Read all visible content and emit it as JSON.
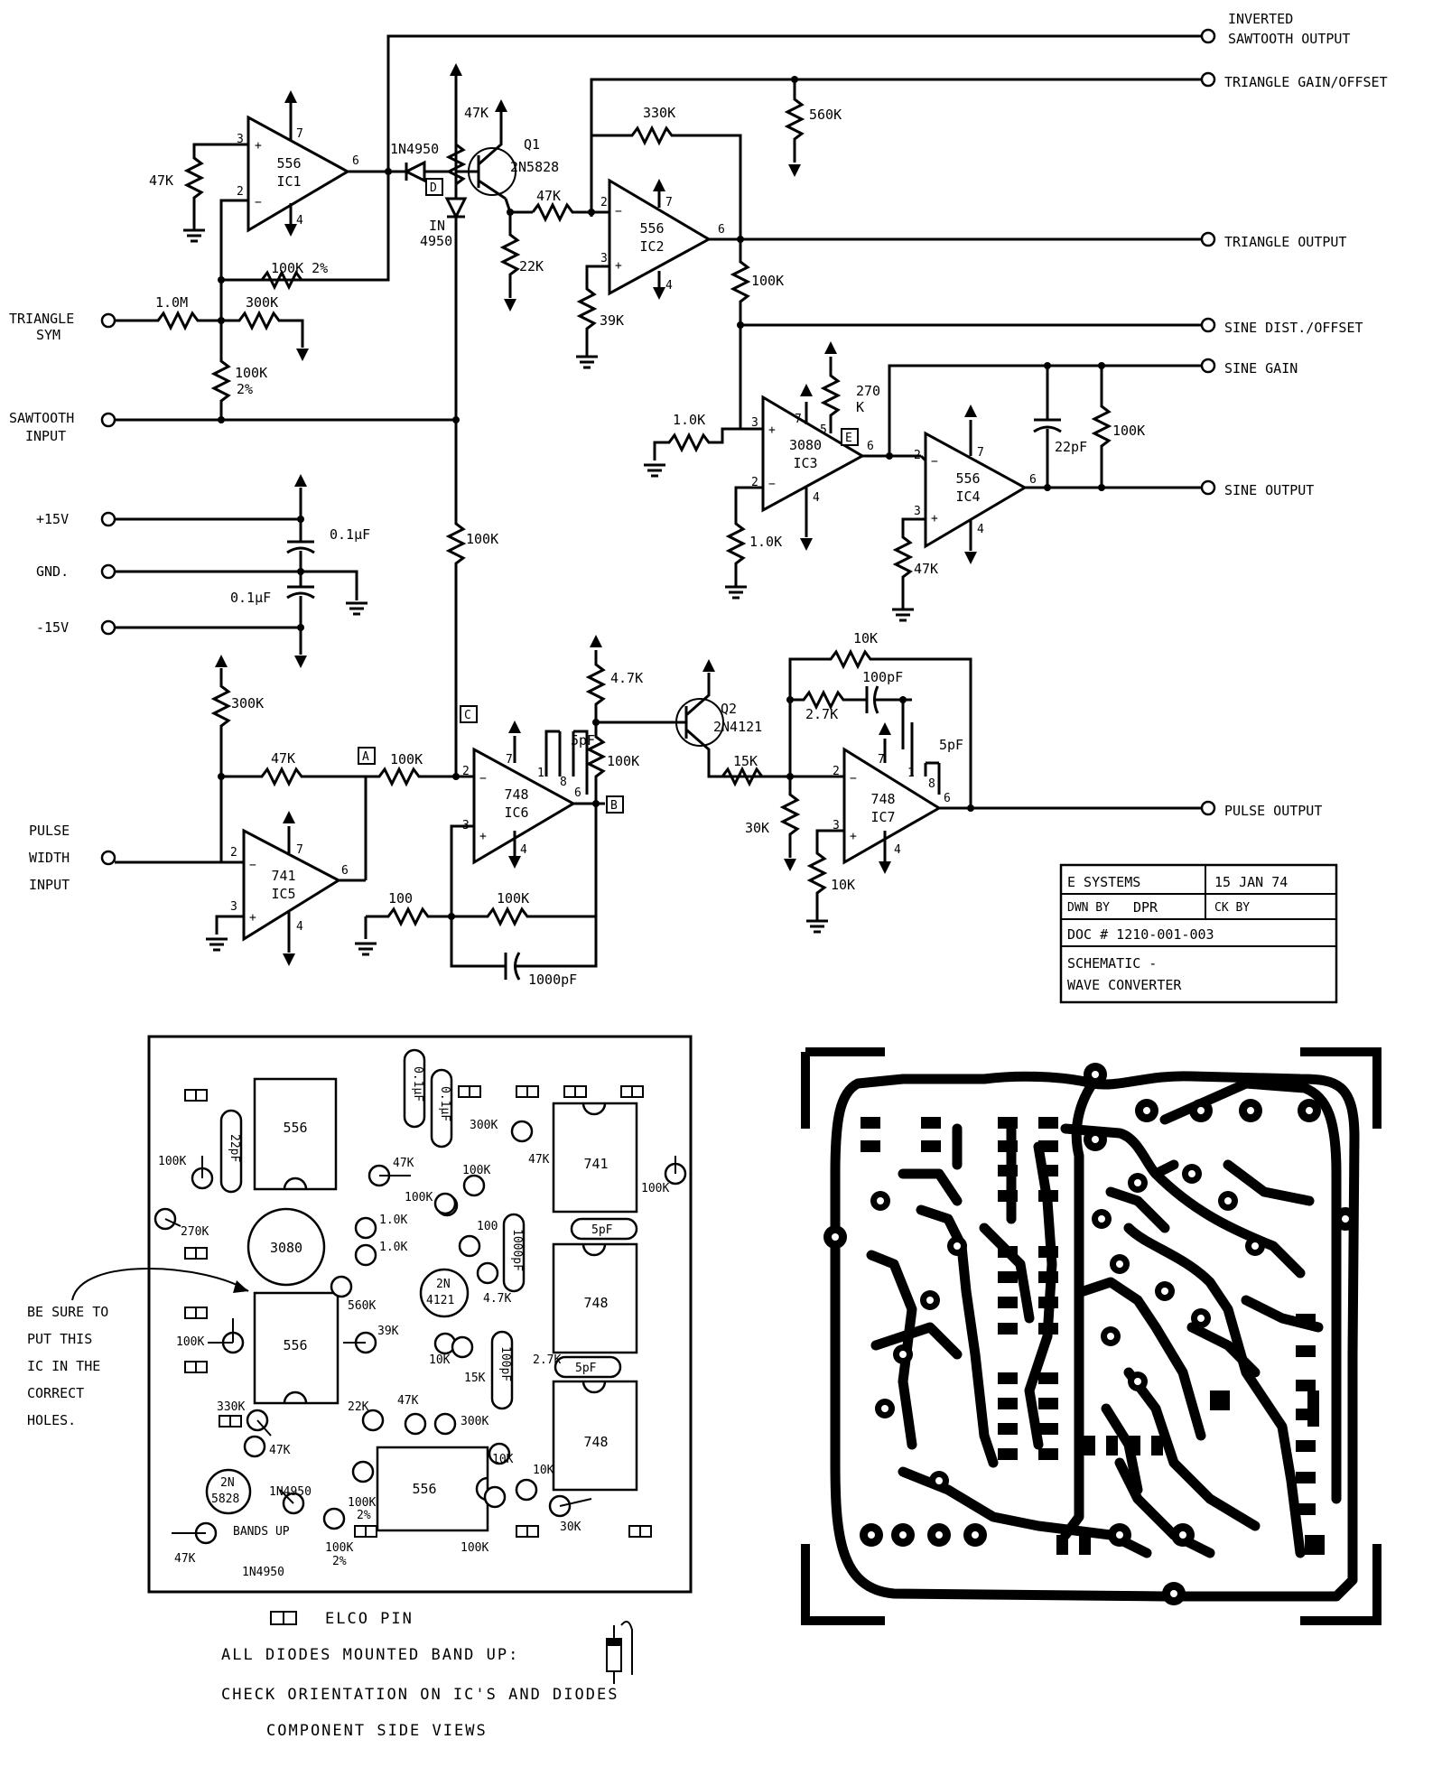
{
  "io_labels": {
    "inverted_sawtooth_1": "INVERTED",
    "inverted_sawtooth_2": "SAWTOOTH OUTPUT",
    "triangle_gain_offset": "TRIANGLE GAIN/OFFSET",
    "triangle_output": "TRIANGLE OUTPUT",
    "sine_dist_offset": "SINE DIST./OFFSET",
    "sine_gain": "SINE GAIN",
    "sine_output": "SINE OUTPUT",
    "pulse_output": "PULSE OUTPUT",
    "triangle_sym_1": "TRIANGLE",
    "triangle_sym_2": "SYM",
    "sawtooth_input_1": "SAWTOOTH",
    "sawtooth_input_2": "INPUT",
    "plus15": "+15V",
    "gnd": "GND.",
    "minus15": "-15V",
    "pw_1": "PULSE",
    "pw_2": "WIDTH",
    "pw_3": "INPUT"
  },
  "ics": {
    "ic1": {
      "type": "556",
      "ref": "IC1"
    },
    "ic2": {
      "type": "556",
      "ref": "IC2"
    },
    "ic3": {
      "type": "3080",
      "ref": "IC3"
    },
    "ic4": {
      "type": "556",
      "ref": "IC4"
    },
    "ic5": {
      "type": "741",
      "ref": "IC5"
    },
    "ic6": {
      "type": "748",
      "ref": "IC6"
    },
    "ic7": {
      "type": "748",
      "ref": "IC7"
    }
  },
  "transistors": {
    "q1_ref": "Q1",
    "q1_part": "2N5828",
    "q2_ref": "Q2",
    "q2_part": "2N4121"
  },
  "diodes": {
    "d1": "1N4950",
    "d2a": "IN",
    "d2b": "4950"
  },
  "nodes": {
    "a": "A",
    "b": "B",
    "c": "C",
    "d": "D",
    "e": "E"
  },
  "components": {
    "r_47k_ic1": "47K",
    "r_47k_top": "47K",
    "r_100k2_fb": "100K 2%",
    "r_1m": "1.0M",
    "r_300k_sym": "300K",
    "r_100k2_a": "100K",
    "r_100k2_b": "2%",
    "r_330k": "330K",
    "r_560k": "560K",
    "r_47k_ic2": "47K",
    "r_22k": "22K",
    "r_39k": "39K",
    "r_100k_tri": "100K",
    "r_1k_ic3": "1.0K",
    "r_1k_ic3b": "1.0K",
    "r_270k_1": "270",
    "r_270k_2": "K",
    "c_22pf": "22pF",
    "r_100k_sine": "100K",
    "r_47k_ic4": "47K",
    "c_01_a": "0.1μF",
    "c_01_b": "0.1μF",
    "r_100k_c": "100K",
    "r_300k_pw": "300K",
    "r_47k_pw": "47K",
    "r_100k_ic6": "100K",
    "c_5pf_ic6": "5pF",
    "r_47k_b": "4.7K",
    "r_100k_b": "100K",
    "r_100_ic6": "100",
    "r_100k_ic6fb": "100K",
    "c_1000pf": "1000pF",
    "r_10k_ic7": "10K",
    "r_27k": "2.7K",
    "c_100pf": "100pF",
    "r_15k": "15K",
    "c_5pf_ic7": "5pF",
    "r_30k": "30K",
    "r_10k_gnd": "10K"
  },
  "title_block": {
    "company": "E  SYSTEMS",
    "date": "15 JAN 74",
    "drawn_by_label": "DWN BY",
    "drawn_by": "DPR",
    "checked_label": "CK BY",
    "doc": "DOC # 1210-001-003",
    "title_1": "SCHEMATIC -",
    "title_2": "WAVE CONVERTER"
  },
  "layout_board": {
    "ic_556_top": "556",
    "ic_3080": "3080",
    "ic_556_mid": "556",
    "ic_556_bot": "556",
    "ic_741": "741",
    "ic_748_a": "748",
    "ic_748_b": "748",
    "q_2n4121_a": "2N",
    "q_2n4121_b": "4121",
    "q_2n5828_a": "2N",
    "q_2n5828_b": "5828",
    "c_5pf_a": "5pF",
    "c_5pf_b": "5pF",
    "lab_100k_a": "100K",
    "lab_22pf": "22pF",
    "lab_270k": "270K",
    "lab_01_a": "0.1μF",
    "lab_01_b": "0.1μF",
    "lab_47k_a": "47K",
    "lab_100k_b": "100K",
    "lab_300k": "300K",
    "lab_47k_b": "47K",
    "lab_100k_c": "100K",
    "lab_1k_a": "1.0K",
    "lab_1k_b": "1.0K",
    "lab_100k_d": "100K",
    "lab_100": "100",
    "lab_1000pf": "1000pF",
    "lab_47k_c": "4.7K",
    "lab_560k": "560K",
    "lab_39k": "39K",
    "lab_10k_a": "10K",
    "lab_15k": "15K",
    "lab_100pf": "100pF",
    "lab_27k": "2.7K",
    "lab_100k_e": "100K",
    "lab_330k": "330K",
    "lab_47k_d": "47K",
    "lab_22k": "22K",
    "lab_47k_e": "47K",
    "lab_300k_b": "300K",
    "lab_10k_b": "10K",
    "lab_10k_c": "10K",
    "lab_30k": "30K",
    "lab_1n4950_a": "1N4950",
    "lab_bands_up": "BANDS UP",
    "lab_1n4950_b": "1N4950",
    "lab_100k_2_a": "100K",
    "lab_100k_2_b": "2%",
    "lab_100k_2_c": "100K",
    "lab_100k_2_d": "2%",
    "lab_47k_f": "47K",
    "lab_100k_f": "100K"
  },
  "notes": {
    "be_sure_1": "BE SURE TO",
    "be_sure_2": "PUT THIS",
    "be_sure_3": "IC IN THE",
    "be_sure_4": "CORRECT",
    "be_sure_5": "HOLES.",
    "elco": "ELCO PIN",
    "diodes": "ALL DIODES MOUNTED BAND UP:",
    "orientation": "CHECK ORIENTATION ON IC'S AND DIODES",
    "views": "COMPONENT SIDE VIEWS"
  }
}
